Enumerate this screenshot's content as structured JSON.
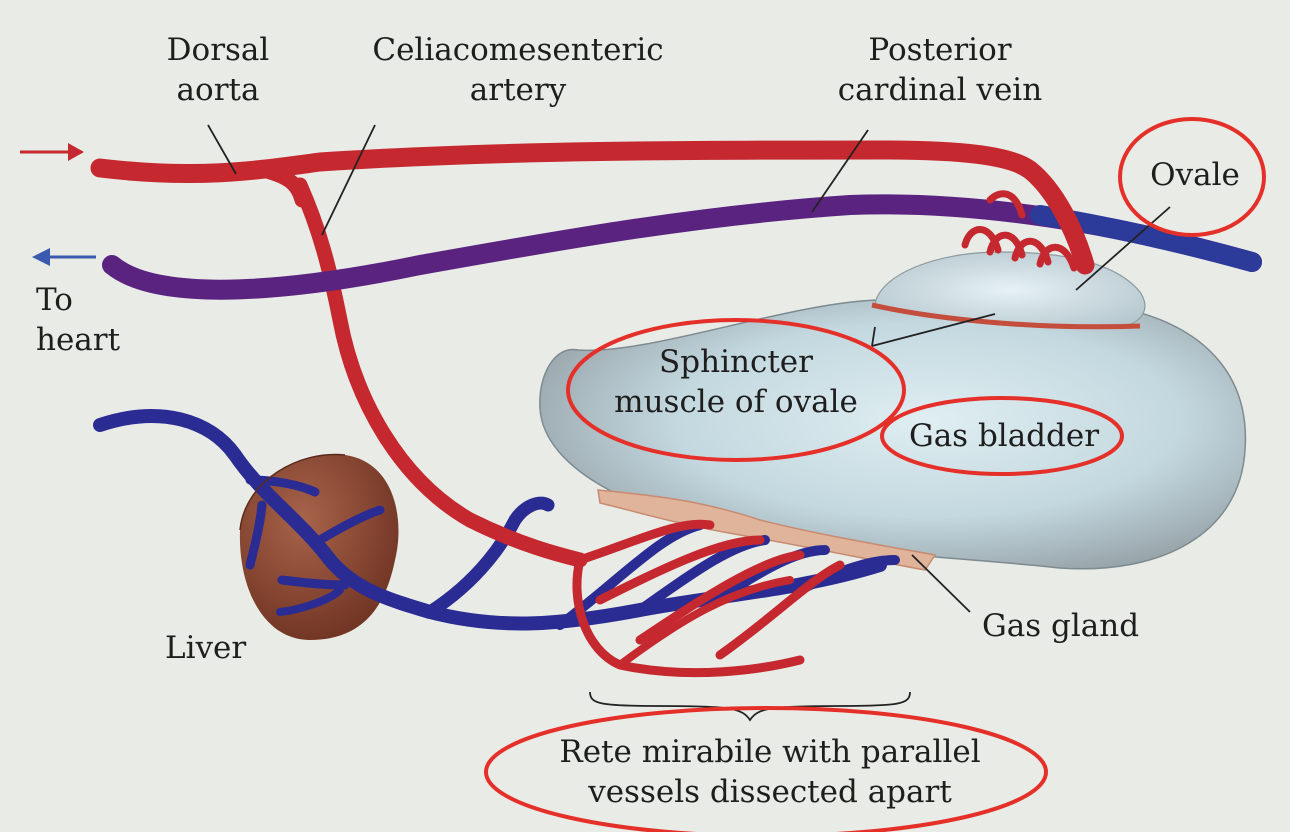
{
  "labels": {
    "dorsal_aorta": [
      "Dorsal",
      "aorta"
    ],
    "celiacomesenteric_artery": [
      "Celiacomesenteric",
      "artery"
    ],
    "posterior_cardinal_vein": [
      "Posterior",
      "cardinal vein"
    ],
    "ovale": "Ovale",
    "to_heart": [
      "To",
      "heart"
    ],
    "sphincter_muscle": [
      "Sphincter",
      "muscle of ovale"
    ],
    "gas_bladder": "Gas bladder",
    "gas_gland": "Gas gland",
    "liver": "Liver",
    "rete_mirabile": [
      "Rete mirabile with parallel",
      "vessels dissected apart"
    ]
  },
  "colors": {
    "artery": "#c6282f",
    "vein_purple": "#5a2380",
    "vein_blue": "#2b2c93",
    "highlight_ellipse": "#e5302a",
    "gas_bladder_fill": "#c9dde4",
    "liver": "#8c4a33"
  },
  "icons": [
    "arrow-right-red-icon",
    "arrow-left-blue-icon"
  ]
}
